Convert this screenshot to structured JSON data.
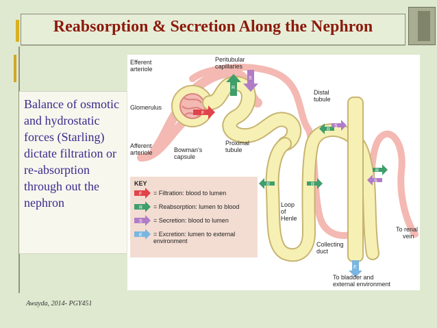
{
  "slide": {
    "title": "Reabsorption & Secretion Along the Nephron",
    "side_text": "Balance of osmotic and hydrostatic forces (Starling) dictate filtration or re-absorption through out the nephron",
    "footer": "Awayda, 2014- PGY451"
  },
  "diagram": {
    "labels": {
      "efferent_arteriole": [
        "Efferent",
        "arteriole"
      ],
      "peritubular_capillaries": [
        "Peritubular",
        "capillaries"
      ],
      "glomerulus": "Glomerulus",
      "afferent_arteriole": [
        "Afferent",
        "arteriole"
      ],
      "bowmans_capsule": [
        "Bowman's",
        "capsule"
      ],
      "proximal_tubule": [
        "Proximal",
        "tubule"
      ],
      "distal_tubule": [
        "Distal",
        "tubule"
      ],
      "loop_of_henle": [
        "Loop",
        "of",
        "Henle"
      ],
      "collecting_duct": [
        "Collecting",
        "duct"
      ],
      "to_renal_vein": [
        "To renal",
        "vein"
      ],
      "to_bladder": [
        "To bladder and",
        "external environment"
      ]
    },
    "key": {
      "title": "KEY",
      "items": [
        {
          "letter": "F",
          "text": "= Filtration: blood to lumen",
          "color": "#e0434a"
        },
        {
          "letter": "R",
          "text": "= Reabsorption: lumen to blood",
          "color": "#3f9e6a"
        },
        {
          "letter": "S",
          "text": "= Secretion: blood to lumen",
          "color": "#b07cc6"
        },
        {
          "letter": "E",
          "text": "= Excretion: lumen to external",
          "color": "#7ab6e0",
          "text2": "environment"
        }
      ]
    },
    "colors": {
      "tubule": "#f6f0b4",
      "tubule_outline": "#c7b470",
      "vessel": "#f3b9b2",
      "vessel_dark": "#d9827d",
      "key_bg": "#f3ddd2"
    }
  }
}
